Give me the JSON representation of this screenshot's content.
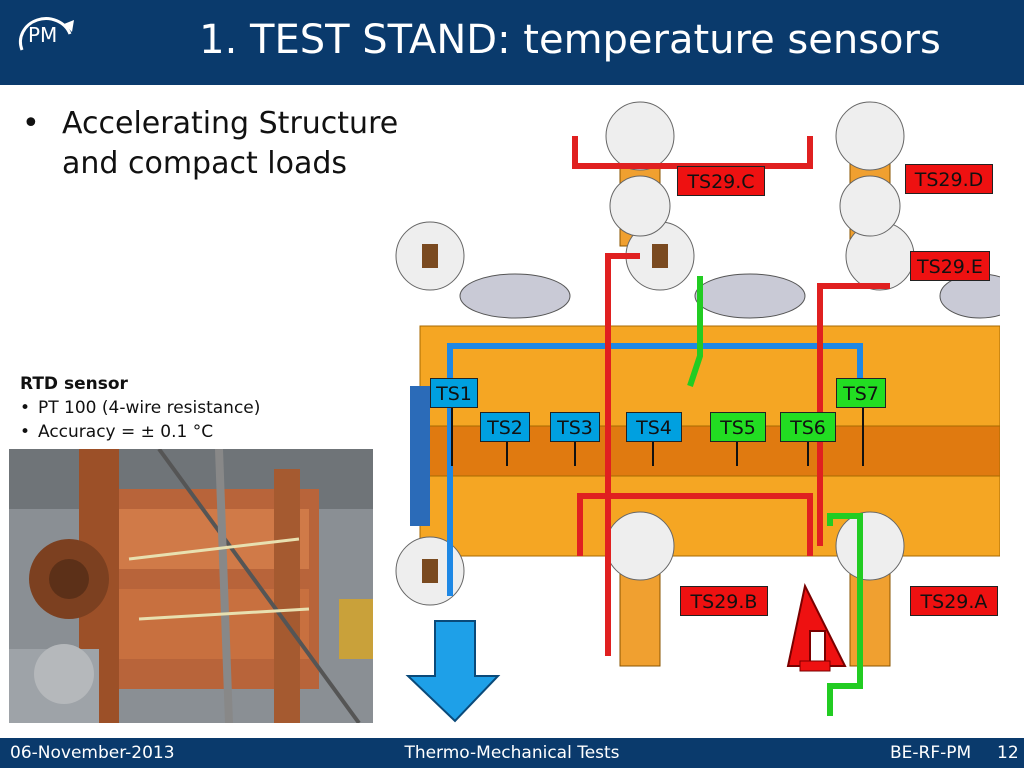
{
  "header": {
    "title": "1. TEST STAND: temperature sensors",
    "logo_text": "PM"
  },
  "bullets": [
    "Accelerating   Structure and compact loads"
  ],
  "rtd": {
    "heading": "RTD sensor",
    "items": [
      "PT 100 (4-wire resistance)",
      "Accuracy = ± 0.1 °C"
    ]
  },
  "diagram": {
    "sensors": [
      {
        "label": "TS1",
        "color": "blue"
      },
      {
        "label": "TS2",
        "color": "blue"
      },
      {
        "label": "TS3",
        "color": "blue"
      },
      {
        "label": "TS4",
        "color": "blue"
      },
      {
        "label": "TS5",
        "color": "green"
      },
      {
        "label": "TS6",
        "color": "green"
      },
      {
        "label": "TS7",
        "color": "green"
      },
      {
        "label": "TS29.A",
        "color": "red"
      },
      {
        "label": "TS29.B",
        "color": "red"
      },
      {
        "label": "TS29.C",
        "color": "red"
      },
      {
        "label": "TS29.D",
        "color": "red"
      },
      {
        "label": "TS29.E",
        "color": "red"
      }
    ],
    "colors": {
      "blue": "#00a0e0",
      "green": "#22dd22",
      "red": "#ee1111",
      "structure": "#f5a623"
    }
  },
  "footer": {
    "date": "06-November-2013",
    "center": "Thermo-Mechanical Tests",
    "right": "BE-RF-PM",
    "page": "12"
  }
}
